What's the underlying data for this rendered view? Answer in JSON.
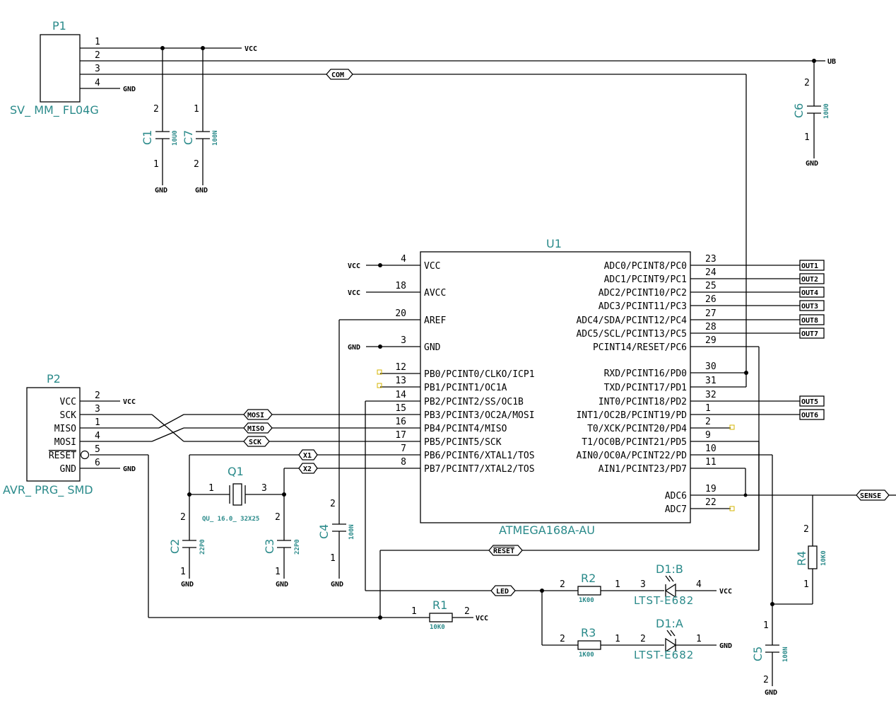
{
  "p1": {
    "ref": "P1",
    "value": "SV_ MM_ FL04G",
    "pins": [
      "1",
      "2",
      "3",
      "4"
    ]
  },
  "p2": {
    "ref": "P2",
    "value": "AVR_ PRG_ SMD",
    "pins": [
      "VCC",
      "SCK",
      "MISO",
      "MOSI",
      "RESET",
      "GND"
    ],
    "pinnums": [
      "2",
      "3",
      "1",
      "4",
      "5",
      "6"
    ]
  },
  "u1": {
    "ref": "U1",
    "value": "ATMEGA168A-AU",
    "left": [
      {
        "num": "4",
        "name": "VCC"
      },
      {
        "num": "18",
        "name": "AVCC"
      },
      {
        "num": "20",
        "name": "AREF"
      },
      {
        "num": "3",
        "name": "GND"
      },
      {
        "num": "12",
        "name": "PB0/PCINT0/CLKO/ICP1"
      },
      {
        "num": "13",
        "name": "PB1/PCINT1/OC1A"
      },
      {
        "num": "14",
        "name": "PB2/PCINT2/SS/OC1B"
      },
      {
        "num": "15",
        "name": "PB3/PCINT3/OC2A/MOSI"
      },
      {
        "num": "16",
        "name": "PB4/PCINT4/MISO"
      },
      {
        "num": "17",
        "name": "PB5/PCINT5/SCK"
      },
      {
        "num": "7",
        "name": "PB6/PCINT6/XTAL1/TOS"
      },
      {
        "num": "8",
        "name": "PB7/PCINT7/XTAL2/TOS"
      }
    ],
    "right": [
      {
        "num": "23",
        "name": "ADC0/PCINT8/PC0"
      },
      {
        "num": "24",
        "name": "ADC1/PCINT9/PC1"
      },
      {
        "num": "25",
        "name": "ADC2/PCINT10/PC2"
      },
      {
        "num": "26",
        "name": "ADC3/PCINT11/PC3"
      },
      {
        "num": "27",
        "name": "ADC4/SDA/PCINT12/PC4"
      },
      {
        "num": "28",
        "name": "ADC5/SCL/PCINT13/PC5"
      },
      {
        "num": "29",
        "name": "PCINT14/RESET/PC6"
      },
      {
        "num": "30",
        "name": "RXD/PCINT16/PD0"
      },
      {
        "num": "31",
        "name": "TXD/PCINT17/PD1"
      },
      {
        "num": "32",
        "name": "INT0/PCINT18/PD2"
      },
      {
        "num": "1",
        "name": "INT1/OC2B/PCINT19/PD"
      },
      {
        "num": "2",
        "name": "T0/XCK/PCINT20/PD4"
      },
      {
        "num": "9",
        "name": "T1/OC0B/PCINT21/PD5"
      },
      {
        "num": "10",
        "name": "AIN0/OC0A/PCINT22/PD"
      },
      {
        "num": "11",
        "name": "AIN1/PCINT23/PD7"
      },
      {
        "num": "19",
        "name": "ADC6"
      },
      {
        "num": "22",
        "name": "ADC7"
      }
    ]
  },
  "nets": {
    "vcc": "VCC",
    "gnd": "GND",
    "ub": "UB",
    "com": "COM",
    "mosi": "MOSI",
    "miso": "MISO",
    "sck": "SCK",
    "x1": "X1",
    "x2": "X2",
    "reset": "RESET",
    "led": "LED",
    "sense": "SENSE",
    "out1": "OUT1",
    "out2": "OUT2",
    "out4": "OUT4",
    "out3": "OUT3",
    "out8": "OUT8",
    "out7": "OUT7",
    "out5": "OUT5",
    "out6": "OUT6"
  },
  "parts": {
    "c1": {
      "ref": "C1",
      "value": "10U0"
    },
    "c7": {
      "ref": "C7",
      "value": "100N"
    },
    "c6": {
      "ref": "C6",
      "value": "10U0"
    },
    "c2": {
      "ref": "C2",
      "value": "22P0"
    },
    "c3": {
      "ref": "C3",
      "value": "22P0"
    },
    "c4": {
      "ref": "C4",
      "value": "100N"
    },
    "c5": {
      "ref": "C5",
      "value": "100N"
    },
    "q1": {
      "ref": "Q1",
      "value": "QU_ 16.0_ 32X25"
    },
    "r1": {
      "ref": "R1",
      "value": "10K0"
    },
    "r2": {
      "ref": "R2",
      "value": "1K00"
    },
    "r3": {
      "ref": "R3",
      "value": "1K00"
    },
    "r4": {
      "ref": "R4",
      "value": "10K0"
    },
    "d1b": {
      "ref": "D1:B",
      "value": "LTST-E682"
    },
    "d1a": {
      "ref": "D1:A",
      "value": "LTST-E682"
    }
  },
  "pinlabels": {
    "p1": "1",
    "p2": "2",
    "p3": "3",
    "p4": "4"
  }
}
